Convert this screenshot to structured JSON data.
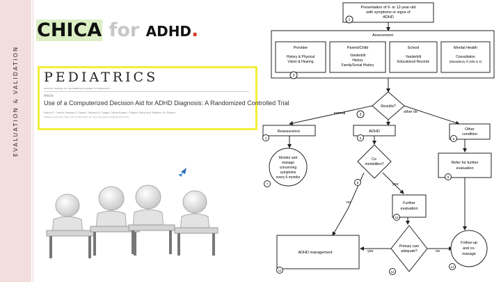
{
  "sidebar": {
    "label": "EVALUATION & VALIDATION"
  },
  "title": {
    "part1": "CHICA",
    "part2": "for",
    "part3": "ADHD",
    "part4": "."
  },
  "journal": {
    "name": "PEDIATRICS",
    "subtitle": "OFFICIAL JOURNAL OF THE AMERICAN ACADEMY OF PEDIATRICS",
    "type": "Article",
    "article_title": "Use of a Computerized Decision Aid for ADHD Diagnosis: A Randomized Controlled Trial",
    "authors": "Aaron E. Carroll, Nerissa S. Bauer, Tamara M. Dugan, Vibha Anand, Charles Saha and Stephen M. Downs",
    "meta": "Pediatrics September 2013, 132 (3) e623-e629; doi: https://doi.org/10.1542/peds.2013-0933"
  },
  "flowchart": {
    "start": {
      "lines": [
        "Presentation of 6- to 12-year-old",
        "with symptoms or signs of",
        "ADHD"
      ],
      "num": "1"
    },
    "assessment": {
      "title": "Assessment",
      "num": "2",
      "columns": [
        {
          "header": "Provider",
          "lines": [
            "History & Physical",
            "Vision & Hearing"
          ]
        },
        {
          "header": "Parent/Child",
          "lines": [
            "Vanderbilt",
            "History",
            "Family/Social History"
          ]
        },
        {
          "header": "School",
          "lines": [
            "Vanderbilt",
            "Educational Records"
          ]
        },
        {
          "header": "Mental Health",
          "lines": [
            "Consultation",
            "(Mandatory if child is 4)"
          ]
        }
      ]
    },
    "results": {
      "label": "Results?",
      "num": "3",
      "left_branch": "normal",
      "right_branch": "other dx"
    },
    "reassurance": {
      "label": "Reassurance",
      "num": "4"
    },
    "adhd": {
      "label": "ADHD",
      "num": "6"
    },
    "other_condition": {
      "lines": [
        "Other",
        "condition"
      ],
      "num": "5"
    },
    "monitor": {
      "lines": [
        "Monitor and",
        "manage",
        "concerning",
        "symptoms",
        "every 6 months"
      ],
      "num": "7"
    },
    "comorbidities": {
      "lines": [
        "Co-",
        "morbidities?"
      ],
      "num": "8",
      "yes": "yes",
      "no": "no"
    },
    "refer": {
      "lines": [
        "Refer for further",
        "evaluation"
      ],
      "num": "9"
    },
    "further_eval": {
      "lines": [
        "Further",
        "evaluation"
      ],
      "num": "10"
    },
    "adhd_management": {
      "label": "ADHD management",
      "num": "11"
    },
    "primary_care": {
      "lines": [
        "Primary care",
        "adequate?"
      ],
      "num": "12",
      "yes": "yes",
      "no": "no"
    },
    "follow_up": {
      "lines": [
        "Follow-up",
        "and co-",
        "manage"
      ],
      "num": "13"
    }
  }
}
